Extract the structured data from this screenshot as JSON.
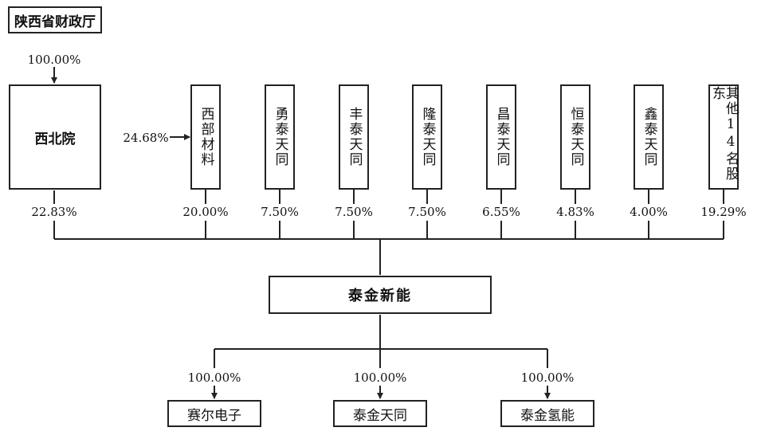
{
  "top_entity": {
    "name": "陕西省财政厅",
    "pct_to_xbi": "100.00%"
  },
  "xbi": {
    "name": "西北院",
    "pct_to_xbcl": "24.68%",
    "pct_to_company": "22.83%"
  },
  "shareholders": [
    {
      "name": "西部材料",
      "pct": "20.00%"
    },
    {
      "name": "勇泰天同",
      "pct": "7.50%"
    },
    {
      "name": "丰泰天同",
      "pct": "7.50%"
    },
    {
      "name": "隆泰天同",
      "pct": "7.50%"
    },
    {
      "name": "昌泰天同",
      "pct": "6.55%"
    },
    {
      "name": "恒泰天同",
      "pct": "4.83%"
    },
    {
      "name": "鑫泰天同",
      "pct": "4.00%"
    },
    {
      "name": "其他14名股东",
      "pct": "19.29%"
    }
  ],
  "company": {
    "name": "泰金新能"
  },
  "subsidiaries": [
    {
      "name": "赛尔电子",
      "pct": "100.00%"
    },
    {
      "name": "泰金天同",
      "pct": "100.00%"
    },
    {
      "name": "泰金氢能",
      "pct": "100.00%"
    }
  ]
}
